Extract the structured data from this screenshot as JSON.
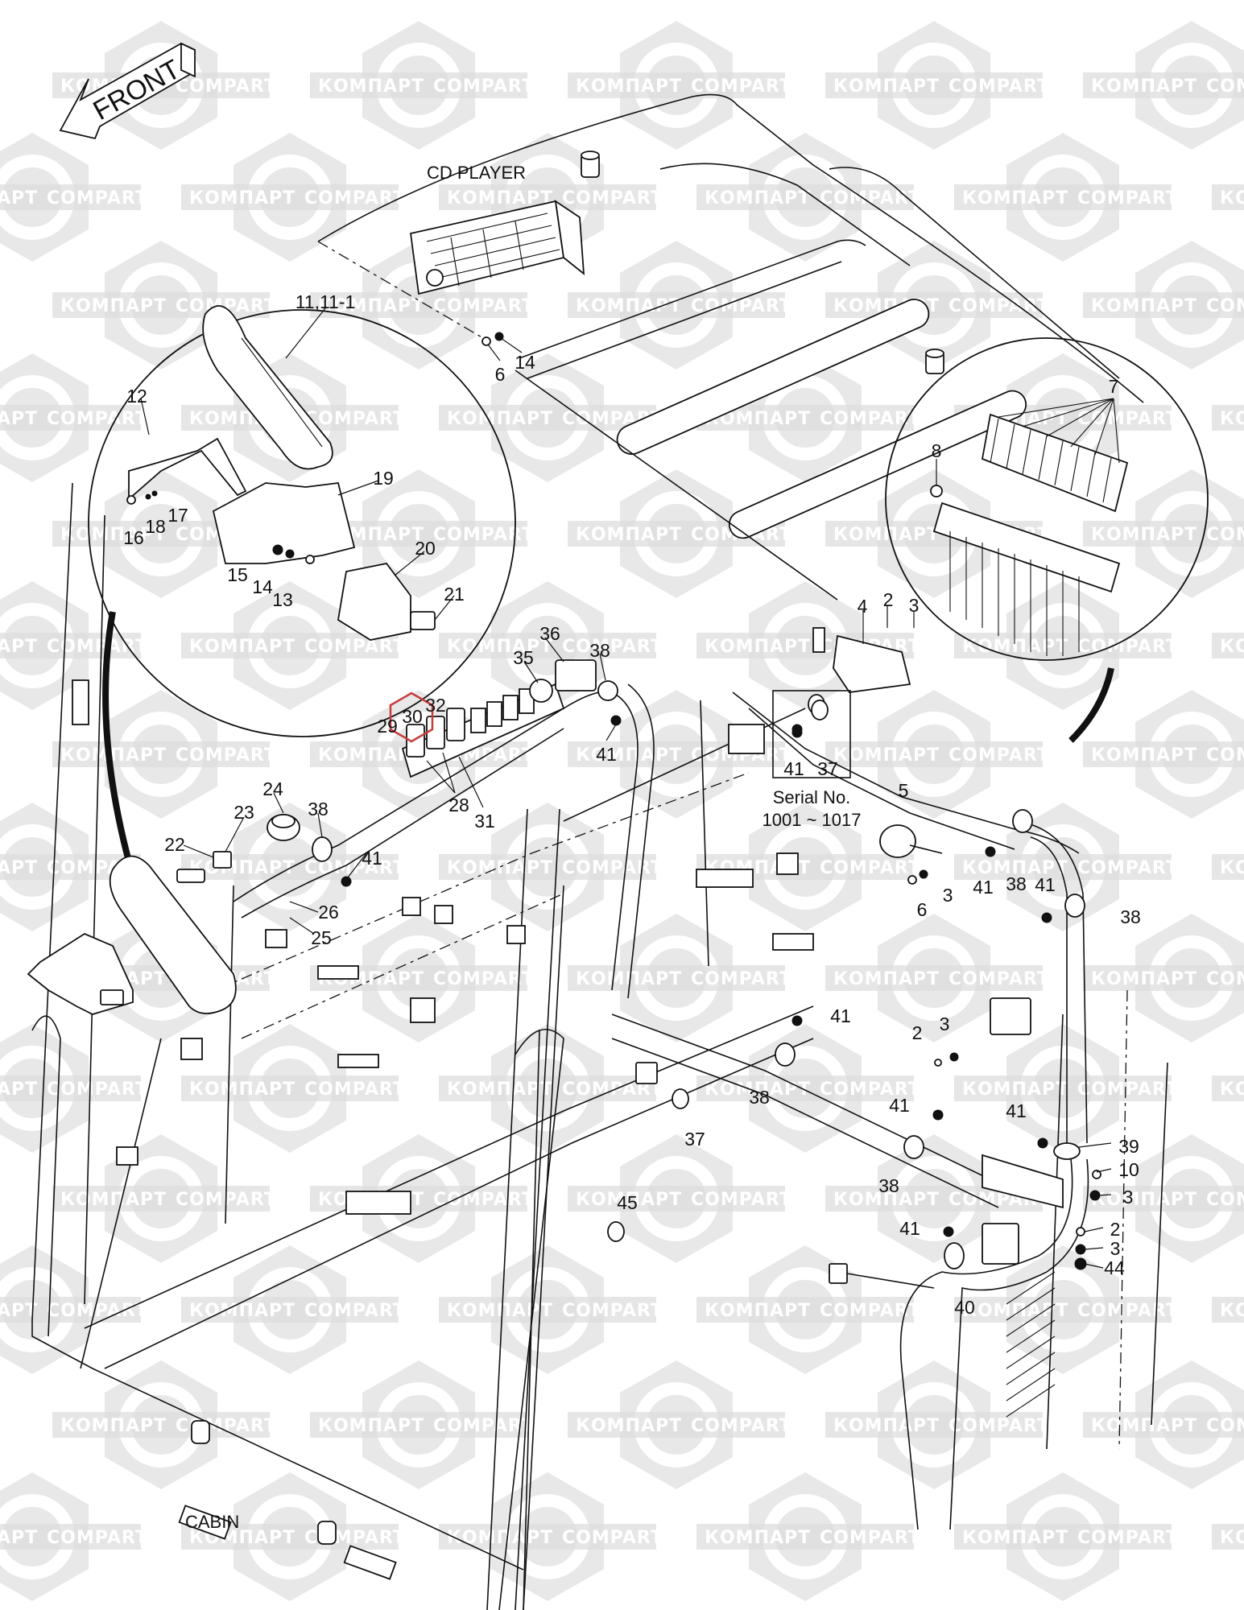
{
  "diagram": {
    "title_labels": {
      "front_arrow": "FRONT",
      "cd_player": "CD PLAYER",
      "cabin": "CABIN",
      "serial_note_line1": "Serial No.",
      "serial_note_line2": "1001 ~ 1017"
    },
    "watermark": {
      "text_cyrillic": "КОМПАРТ",
      "text_latin": "COMPART",
      "color": "#e8e8e8"
    },
    "highlight": {
      "part": "30",
      "color": "#c83c3c"
    },
    "callouts": [
      {
        "id": "11,11-1",
        "area": "inset-left"
      },
      {
        "id": "12",
        "area": "inset-left"
      },
      {
        "id": "16",
        "area": "inset-left"
      },
      {
        "id": "18",
        "area": "inset-left"
      },
      {
        "id": "17",
        "area": "inset-left"
      },
      {
        "id": "19",
        "area": "inset-left"
      },
      {
        "id": "15",
        "area": "inset-left"
      },
      {
        "id": "14",
        "area": "inset-left"
      },
      {
        "id": "13",
        "area": "inset-left"
      },
      {
        "id": "20",
        "area": "inset-left"
      },
      {
        "id": "21",
        "area": "inset-left"
      },
      {
        "id": "6",
        "area": "cd-player"
      },
      {
        "id": "14",
        "area": "cd-player"
      },
      {
        "id": "7",
        "area": "inset-right"
      },
      {
        "id": "8",
        "area": "inset-right"
      },
      {
        "id": "36",
        "area": "switch-panel"
      },
      {
        "id": "35",
        "area": "switch-panel"
      },
      {
        "id": "38",
        "area": "switch-panel"
      },
      {
        "id": "32",
        "area": "switch-panel"
      },
      {
        "id": "30",
        "area": "switch-panel"
      },
      {
        "id": "29",
        "area": "switch-panel"
      },
      {
        "id": "41",
        "area": "switch-panel"
      },
      {
        "id": "28",
        "area": "switch-panel"
      },
      {
        "id": "31",
        "area": "switch-panel"
      },
      {
        "id": "2",
        "area": "controller"
      },
      {
        "id": "3",
        "area": "controller"
      },
      {
        "id": "4",
        "area": "controller"
      },
      {
        "id": "41",
        "area": "serial-box"
      },
      {
        "id": "37",
        "area": "serial-box"
      },
      {
        "id": "5",
        "area": "buzzer"
      },
      {
        "id": "24",
        "area": "left-harness"
      },
      {
        "id": "23",
        "area": "left-harness"
      },
      {
        "id": "22",
        "area": "left-harness"
      },
      {
        "id": "38",
        "area": "left-harness"
      },
      {
        "id": "41",
        "area": "left-harness"
      },
      {
        "id": "26",
        "area": "left-harness"
      },
      {
        "id": "25",
        "area": "left-harness"
      },
      {
        "id": "6",
        "area": "buzzer"
      },
      {
        "id": "3",
        "area": "buzzer"
      },
      {
        "id": "41",
        "area": "right-harness"
      },
      {
        "id": "38",
        "area": "right-harness"
      },
      {
        "id": "41",
        "area": "right-harness"
      },
      {
        "id": "38",
        "area": "right-harness"
      },
      {
        "id": "41",
        "area": "lower-harness"
      },
      {
        "id": "2",
        "area": "lower-harness"
      },
      {
        "id": "3",
        "area": "lower-harness"
      },
      {
        "id": "38",
        "area": "lower-harness"
      },
      {
        "id": "37",
        "area": "lower-harness"
      },
      {
        "id": "41",
        "area": "lower-harness"
      },
      {
        "id": "41",
        "area": "lower-harness"
      },
      {
        "id": "38",
        "area": "lower-harness"
      },
      {
        "id": "39",
        "area": "rear-harness"
      },
      {
        "id": "10",
        "area": "rear-harness"
      },
      {
        "id": "3",
        "area": "rear-harness"
      },
      {
        "id": "45",
        "area": "lower-harness"
      },
      {
        "id": "41",
        "area": "rear-harness"
      },
      {
        "id": "2",
        "area": "rear-harness"
      },
      {
        "id": "3",
        "area": "rear-harness"
      },
      {
        "id": "44",
        "area": "rear-harness"
      },
      {
        "id": "40",
        "area": "rear-harness"
      }
    ]
  }
}
